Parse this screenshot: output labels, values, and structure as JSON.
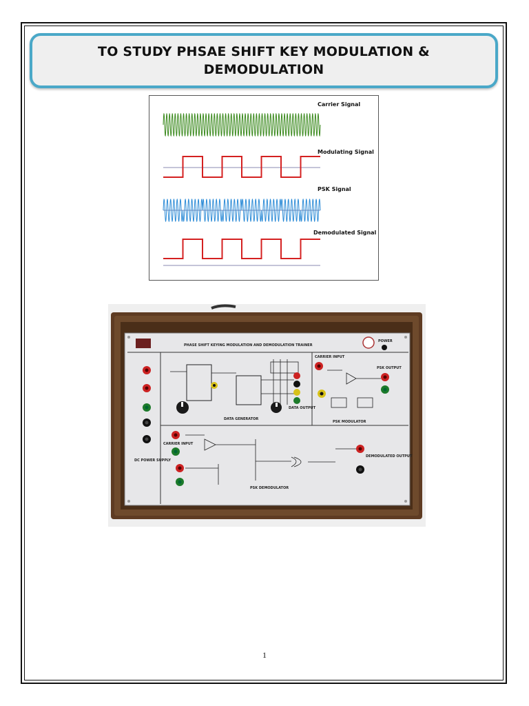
{
  "document": {
    "title_line1": "TO STUDY PHSAE SHIFT KEY MODULATION &",
    "title_line2": "DEMODULATION",
    "page_number": "1"
  },
  "figure": {
    "labels": {
      "carrier": "Carrier Signal",
      "modulating": "Modulating Signal",
      "psk": "PSK Signal",
      "demodulated": "Demodulated Signal"
    },
    "colors": {
      "carrier": "#3b8a1e",
      "modulating": "#d42020",
      "psk": "#2a8ad6",
      "demodulated": "#d42020",
      "baseline": "#8a8ab0"
    },
    "bits": [
      0,
      1,
      0,
      1,
      0,
      1,
      0,
      1
    ]
  },
  "trainer_photo": {
    "panel_title": "PHASE SHIFT KEYING MODULATION AND DEMODULATION TRAINER",
    "power_label": "POWER",
    "data_generator": "DATA GENERATOR",
    "psk_modulator": "PSK MODULATOR",
    "psk_demodulator": "PSK DEMODULATOR",
    "dc_power_supply": "DC POWER SUPPLY",
    "carrier_input": "CARRIER INPUT",
    "psk_output": "PSK OUTPUT",
    "demodulated_output": "DEMODULATED OUTPUT",
    "data_output": "DATA OUTPUT"
  }
}
